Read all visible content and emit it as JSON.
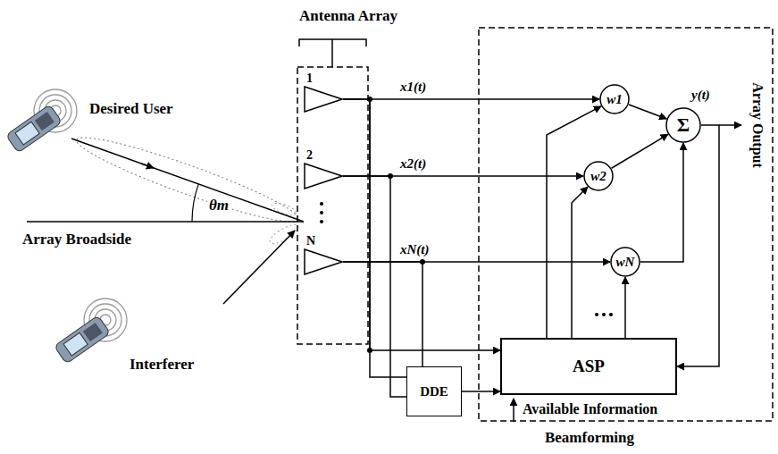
{
  "diagram": {
    "nodes": [
      {
        "text": [
          "Antenna Array"
        ]
      },
      {
        "text": [
          "1"
        ],
        "in": 0
      },
      {
        "text": [
          "2"
        ],
        "in": 0
      },
      {
        "text": [
          "N"
        ],
        "in": 0
      },
      {
        "text": [
          "Beamforming"
        ]
      },
      {
        "text": [
          "w1"
        ],
        "in": 4
      },
      {
        "text": [
          "w2"
        ],
        "in": 4
      },
      {
        "text": [
          "wN"
        ],
        "in": 4
      },
      {
        "text": [
          "Σ"
        ],
        "in": 4
      },
      {
        "text": [
          "ASP"
        ],
        "in": 4
      },
      {
        "text": [
          "DDE"
        ]
      }
    ],
    "edges": [
      {
        "from": 1,
        "to": 5,
        "label": "x1(t)",
        "arrow": "to"
      },
      {
        "from": 2,
        "to": 6,
        "label": "x2(t)",
        "arrow": "to"
      },
      {
        "from": 3,
        "to": 7,
        "label": "xN(t)",
        "arrow": "to"
      },
      {
        "from": 5,
        "to": 8,
        "arrow": "to"
      },
      {
        "from": 6,
        "to": 8,
        "arrow": "to"
      },
      {
        "from": 7,
        "to": 8,
        "arrow": "to"
      },
      {
        "from": 9,
        "to": 5,
        "arrow": "to"
      },
      {
        "from": 9,
        "to": 6,
        "arrow": "to"
      },
      {
        "from": 9,
        "to": 7,
        "arrow": "to"
      },
      {
        "from": 8,
        "to": 9,
        "arrow": "to"
      },
      {
        "from": 1,
        "to": 9,
        "arrow": "to"
      },
      {
        "from": 1,
        "to": 10,
        "arrow": "none"
      },
      {
        "from": 2,
        "to": 10,
        "arrow": "none"
      },
      {
        "from": 3,
        "to": 10,
        "arrow": "none"
      },
      {
        "from": 10,
        "to": 9,
        "arrow": "to"
      }
    ],
    "labels": [
      "Desired User",
      "θm",
      "Array Broadside",
      "Interferer",
      "y(t)",
      "Array Output",
      "Available Information"
    ]
  }
}
